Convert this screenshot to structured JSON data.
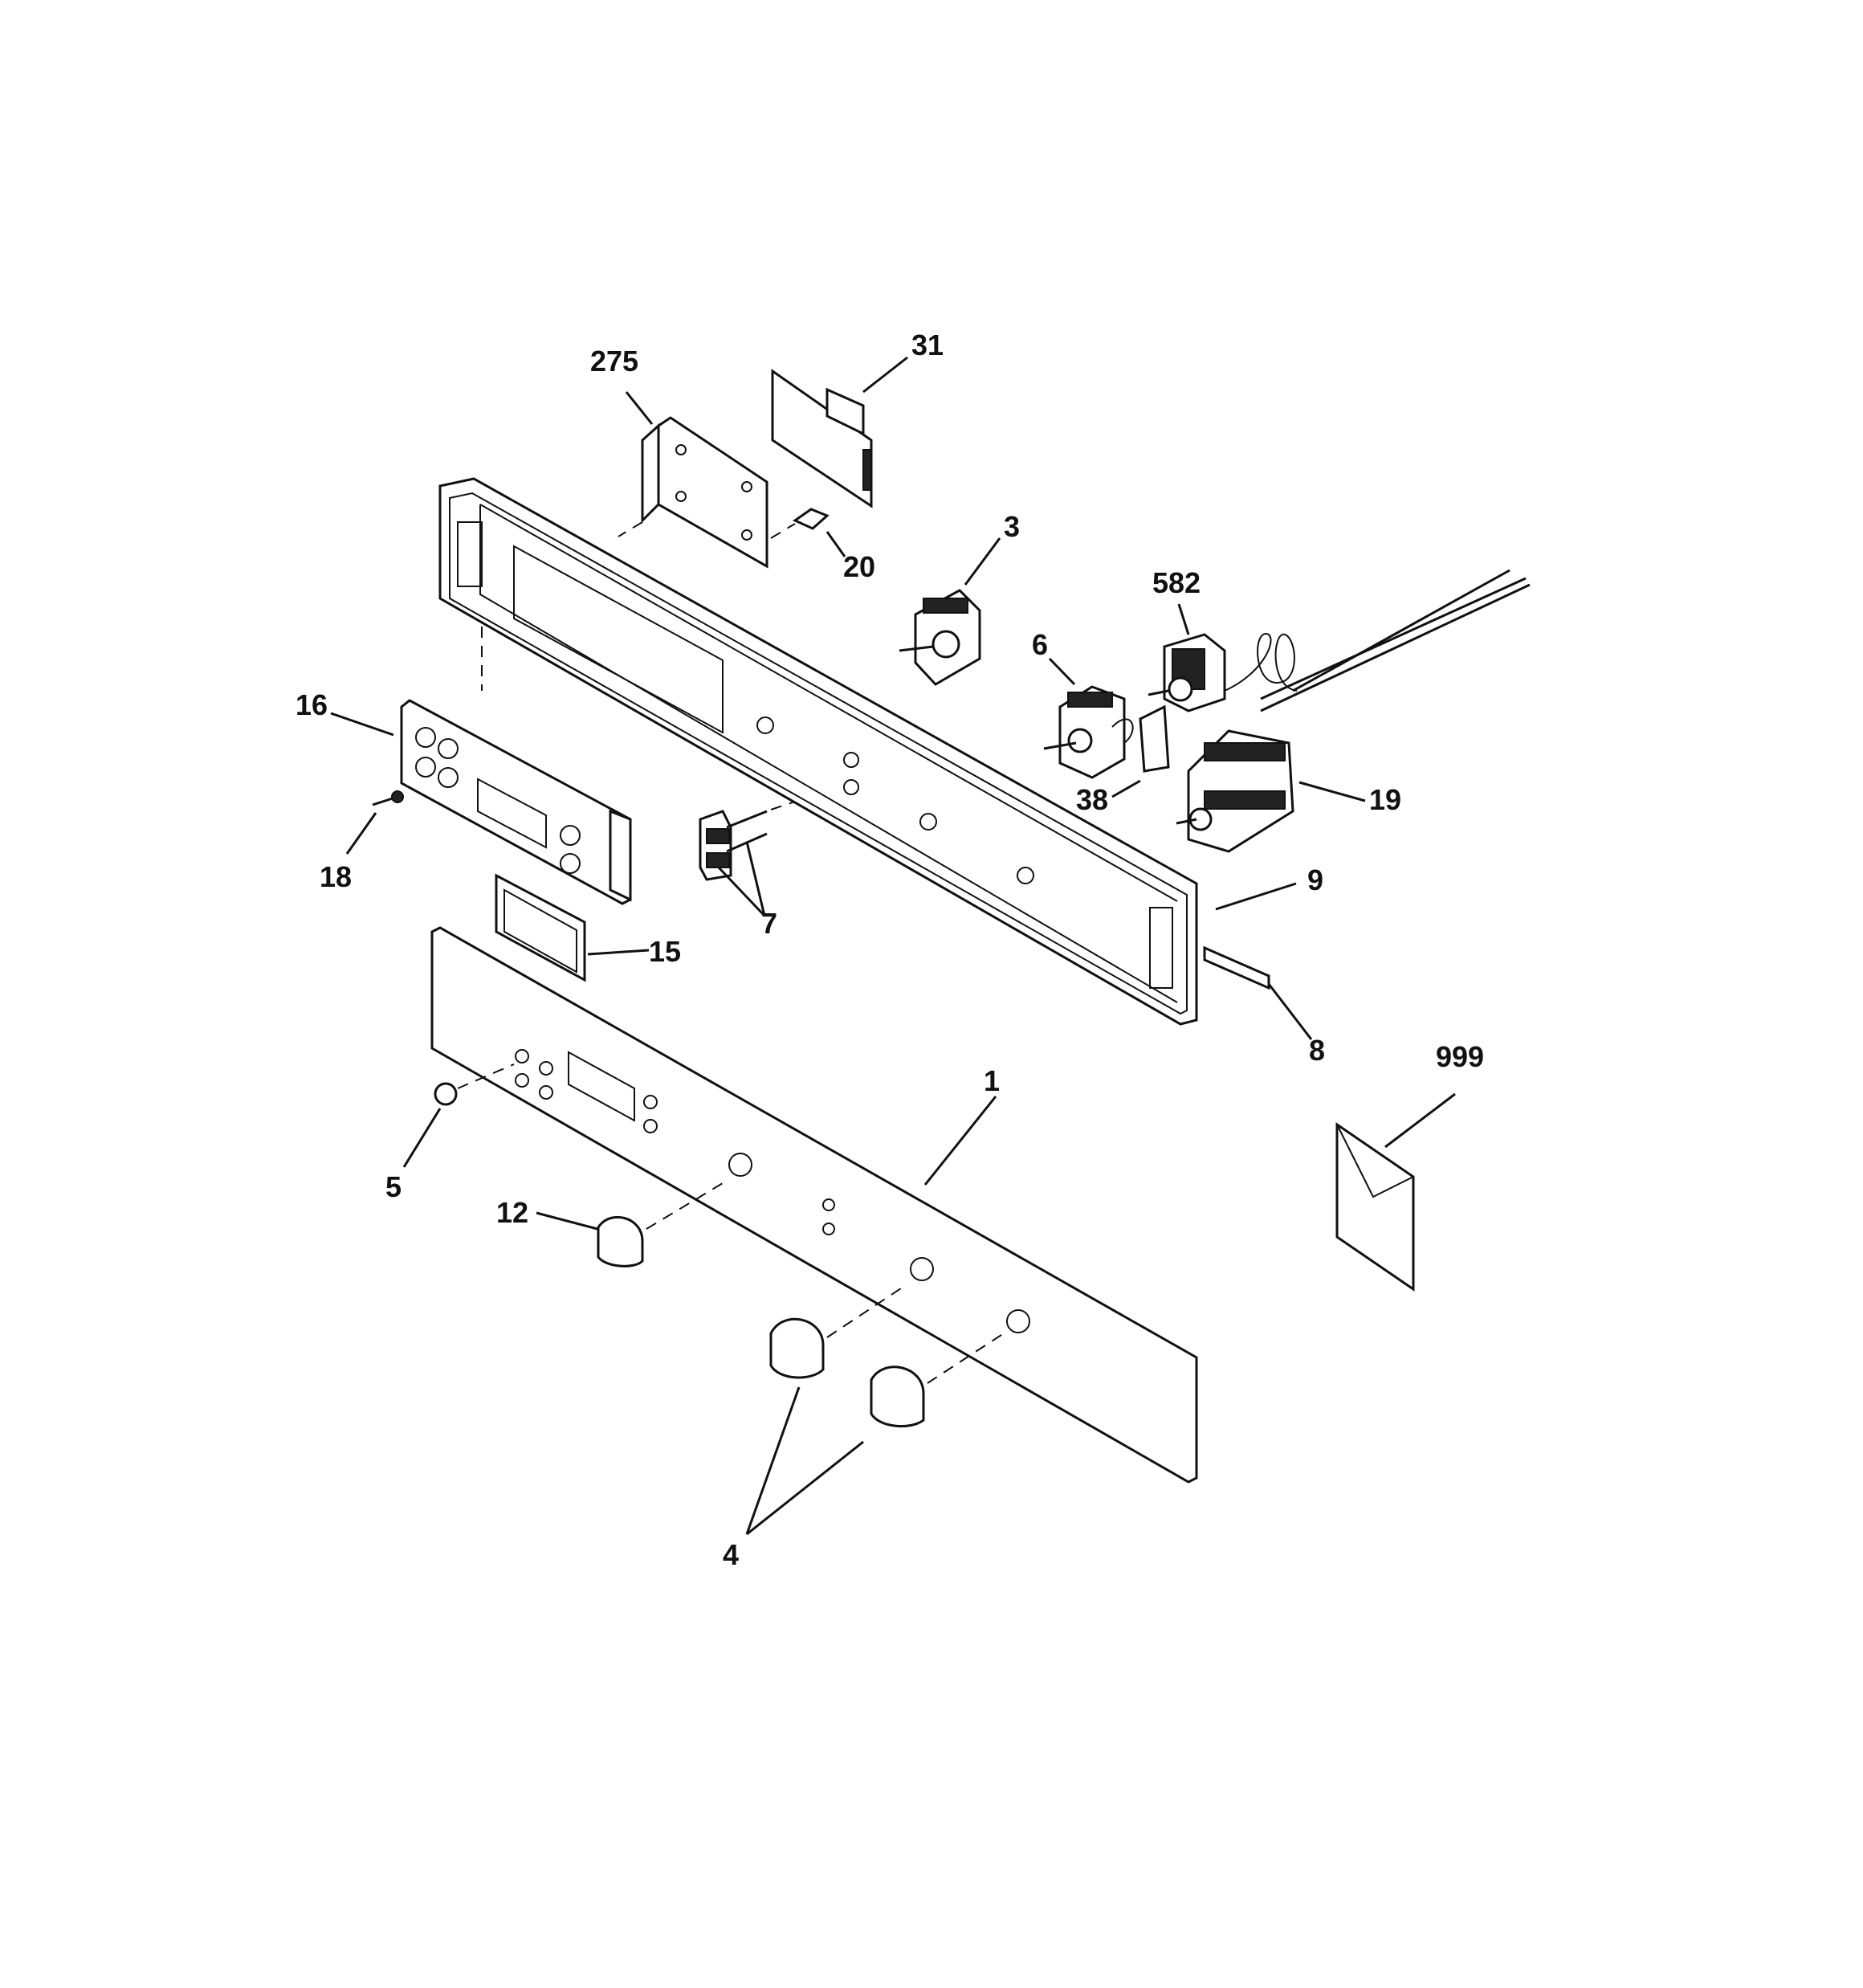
{
  "callouts": [
    {
      "id": "1",
      "text": "1",
      "part": "control-panel-overlay"
    },
    {
      "id": "3",
      "text": "3",
      "part": "rotary-switch-3"
    },
    {
      "id": "4",
      "text": "4",
      "part": "oven-knobs"
    },
    {
      "id": "5",
      "text": "5",
      "part": "push-button"
    },
    {
      "id": "6",
      "text": "6",
      "part": "rotary-switch-6"
    },
    {
      "id": "7",
      "text": "7",
      "part": "rocker-switches"
    },
    {
      "id": "8",
      "text": "8",
      "part": "trim-strip"
    },
    {
      "id": "9",
      "text": "9",
      "part": "control-panel-frame"
    },
    {
      "id": "12",
      "text": "12",
      "part": "small-knob"
    },
    {
      "id": "15",
      "text": "15",
      "part": "display-lens"
    },
    {
      "id": "16",
      "text": "16",
      "part": "electronic-control"
    },
    {
      "id": "18",
      "text": "18",
      "part": "screw"
    },
    {
      "id": "19",
      "text": "19",
      "part": "selector-switch"
    },
    {
      "id": "20",
      "text": "20",
      "part": "standoff"
    },
    {
      "id": "31",
      "text": "31",
      "part": "circuit-board"
    },
    {
      "id": "38",
      "text": "38",
      "part": "bracket"
    },
    {
      "id": "275",
      "text": "275",
      "part": "mounting-bracket"
    },
    {
      "id": "582",
      "text": "582",
      "part": "thermostat"
    },
    {
      "id": "999",
      "text": "999",
      "part": "literature-envelope"
    }
  ]
}
